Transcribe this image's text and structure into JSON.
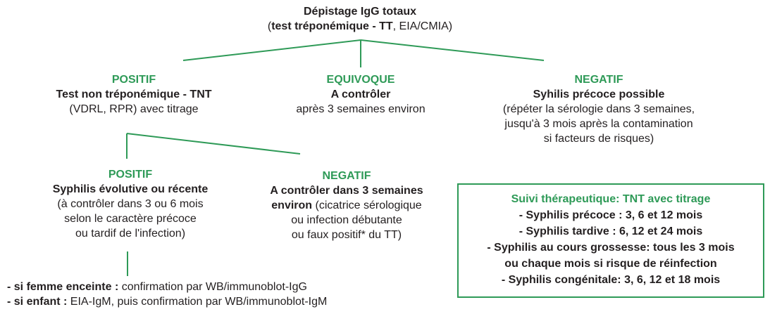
{
  "root": {
    "title": "Dépistage IgG totaux",
    "subtitle_open": "(",
    "subtitle_bold": "test tréponémique - TT",
    "subtitle_rest": ", EIA/CMIA)"
  },
  "positive": {
    "label": "POSITIF",
    "title": "Test non tréponémique - TNT",
    "detail": "(VDRL, RPR) avec titrage"
  },
  "equivocal": {
    "label": "EQUIVOQUE",
    "title": "A contrôler",
    "detail": "après 3 semaines environ"
  },
  "negative": {
    "label": "NEGATIF",
    "title": "Syhilis précoce possible",
    "details": [
      "(répéter la sérologie dans 3 semaines,",
      "jusqu'à 3 mois après la contamination",
      "si facteurs de risques)"
    ]
  },
  "tnt_positive": {
    "label": "POSITIF",
    "title": "Syphilis évolutive ou récente",
    "details": [
      "(à contrôler dans 3 ou 6 mois",
      "selon le caractère précoce",
      "ou tardif de l'infection)"
    ]
  },
  "tnt_negative": {
    "label": "NEGATIF",
    "title_line1": "A contrôler dans 3 semaines",
    "title_line2": "environ",
    "detail_line1": " (cicatrice sérologique",
    "details": [
      "ou infection débutante",
      "ou faux positif* du TT)"
    ]
  },
  "followup": {
    "title": "Suivi thérapeutique: TNT avec titrage",
    "items": [
      "- Syphilis précoce : 3, 6 et 12 mois",
      "- Syphilis tardive : 6, 12 et 24 mois",
      "- Syphilis au cours grossesse: tous les 3 mois",
      "ou chaque mois si risque de réinfection",
      "- Syphilis congénitale: 3, 6, 12 et 18 mois"
    ]
  },
  "notes": [
    {
      "bold": "- si femme enceinte :",
      "text": " confirmation par WB/immunoblot-IgG"
    },
    {
      "bold": "- si enfant :",
      "text": " EIA-IgM, puis confirmation par WB/immunoblot-IgM"
    }
  ],
  "colors": {
    "accent": "#2e9a57",
    "text": "#231f20"
  }
}
